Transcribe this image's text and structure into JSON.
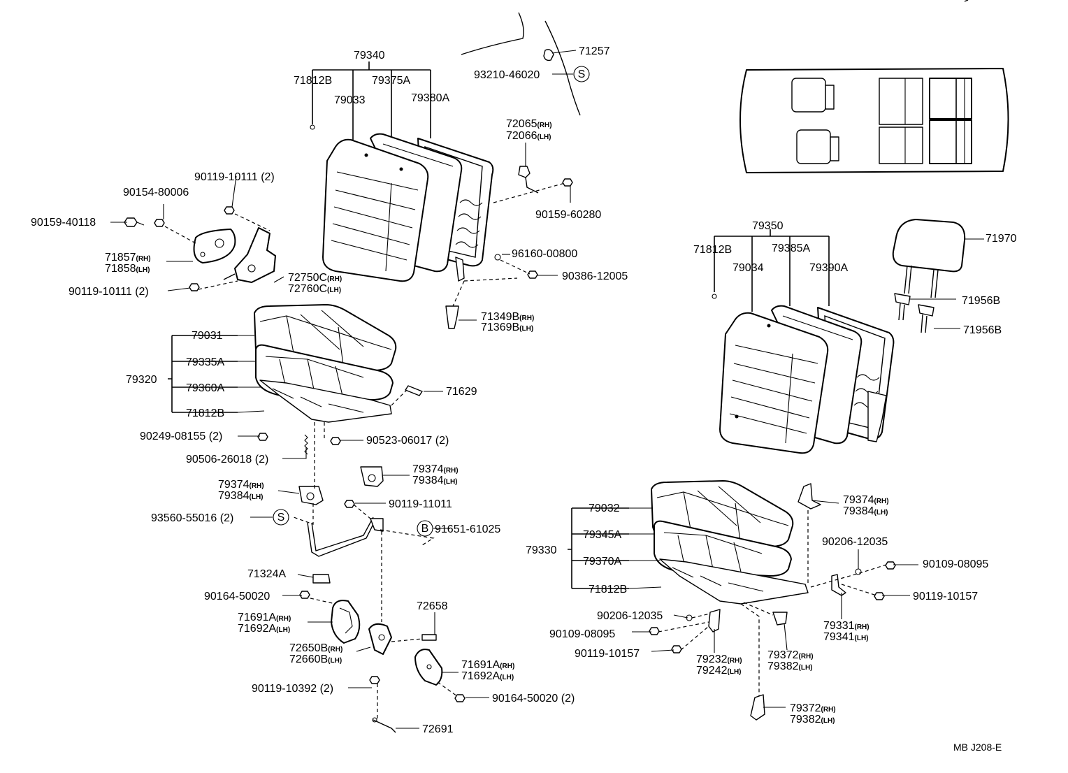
{
  "labels": {
    "p79340": "79340",
    "p71812B_a": "71812B",
    "p79033": "79033",
    "p79375A": "79375A",
    "p79380A": "79380A",
    "p71257": "71257",
    "p93210": "93210-46020",
    "p72065": "72065",
    "p72066": "72066",
    "p90159_60280": "90159-60280",
    "p96160": "96160-00800",
    "p90386": "90386-12005",
    "p71349B": "71349B",
    "p71369B": "71369B",
    "p90119_10111a": "90119-10111 (2)",
    "p90154": "90154-80006",
    "p90159_40118": "90159-40118",
    "p71857": "71857",
    "p71858": "71858",
    "p72750C": "72750C",
    "p72760C": "72760C",
    "p90119_10111b": "90119-10111 (2)",
    "p79031": "79031",
    "p79335A": "79335A",
    "p79320": "79320",
    "p79360A": "79360A",
    "p71812B_b": "71812B",
    "p71629": "71629",
    "p90249": "90249-08155 (2)",
    "p90523": "90523-06017 (2)",
    "p90506": "90506-26018 (2)",
    "p79374a": "79374",
    "p79384a": "79384",
    "p79374b": "79374",
    "p79384b": "79384",
    "p93560": "93560-55016 (2)",
    "p90119_11011": "90119-11011",
    "p91651": "91651-61025",
    "p71324A": "71324A",
    "p90164_a": "90164-50020",
    "p71691A_a": "71691A",
    "p71692A_a": "71692A",
    "p72658": "72658",
    "p72650B": "72650B",
    "p72660B": "72660B",
    "p71691A_b": "71691A",
    "p71692A_b": "71692A",
    "p90119_10392": "90119-10392 (2)",
    "p90164_b": "90164-50020 (2)",
    "p72691": "72691",
    "p79350": "79350",
    "p71812B_c": "71812B",
    "p79034": "79034",
    "p79385A": "79385A",
    "p79390A": "79390A",
    "p71970": "71970",
    "p71956B_a": "71956B",
    "p71956B_b": "71956B",
    "p79374c": "79374",
    "p79384c": "79384",
    "p79032": "79032",
    "p79345A": "79345A",
    "p79330": "79330",
    "p79370A": "79370A",
    "p71812B_d": "71812B",
    "p90206_a": "90206-12035",
    "p90109_a": "90109-08095",
    "p90119_10157a": "90119-10157",
    "p79331": "79331",
    "p79341": "79341",
    "p90206_b": "90206-12035",
    "p90109_b": "90109-08095",
    "p90119_10157b": "90119-10157",
    "p79232": "79232",
    "p79242": "79242",
    "p79372a": "79372",
    "p79382a": "79382",
    "p79372b": "79372",
    "p79382b": "79382"
  },
  "suffix": {
    "rh": "(RH)",
    "lh": "(LH)"
  },
  "symbols": {
    "s": "S",
    "b": "B"
  },
  "diagram_code": "MB J208-E"
}
